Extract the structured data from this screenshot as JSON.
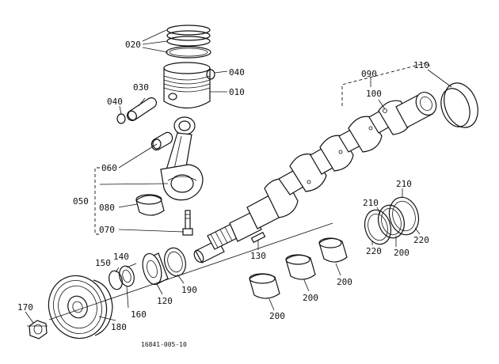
{
  "diagram": {
    "figure_code": "16841-005-10",
    "callouts": {
      "c010": "010",
      "c020": "020",
      "c030": "030",
      "c040a": "040",
      "c040b": "040",
      "c050": "050",
      "c060": "060",
      "c070": "070",
      "c080": "080",
      "c090": "090",
      "c100": "100",
      "c110": "110",
      "c120": "120",
      "c130": "130",
      "c140": "140",
      "c150": "150",
      "c160": "160",
      "c170": "170",
      "c180": "180",
      "c190": "190",
      "c200a": "200",
      "c200b": "200",
      "c200c": "200",
      "c200d": "200",
      "c210a": "210",
      "c210b": "210",
      "c220a": "220",
      "c220b": "220"
    }
  }
}
